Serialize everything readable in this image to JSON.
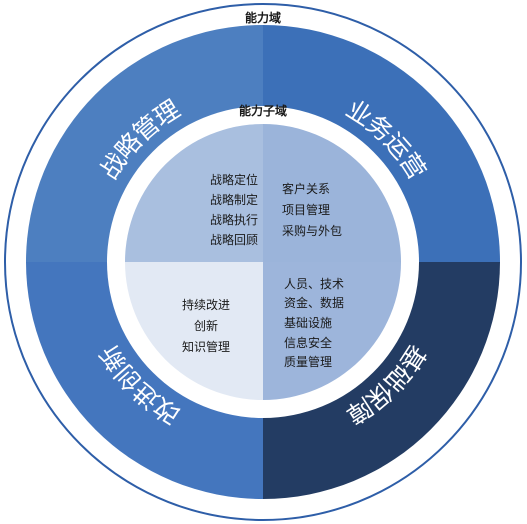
{
  "labels": {
    "outer": "能力域",
    "inner": "能力子域"
  },
  "quadrants": [
    {
      "title": "战略管理",
      "items": [
        "战略定位",
        "战略制定",
        "战略执行",
        "战略回顾"
      ]
    },
    {
      "title": "业务运营",
      "items": [
        "客户关系",
        "项目管理",
        "采购与外包"
      ]
    },
    {
      "title": "基础保障",
      "items": [
        "人员、技术",
        "资金、数据",
        "基础设施",
        "信息安全",
        "质量管理"
      ]
    },
    {
      "title": "改进创新",
      "items": [
        "持续改进",
        "创新",
        "知识管理"
      ]
    }
  ],
  "colors": {
    "ring_top_left": "#4d7fc0",
    "ring_top_right": "#3c70b8",
    "ring_bottom_right": "#233c63",
    "ring_bottom_left": "#4476be",
    "inner_top_left": "#a9bfdf",
    "inner_top_right": "#9bb4da",
    "inner_bottom_right": "#9db5db",
    "inner_bottom_left": "#e2e9f4",
    "outline": "#2e5ea8"
  }
}
